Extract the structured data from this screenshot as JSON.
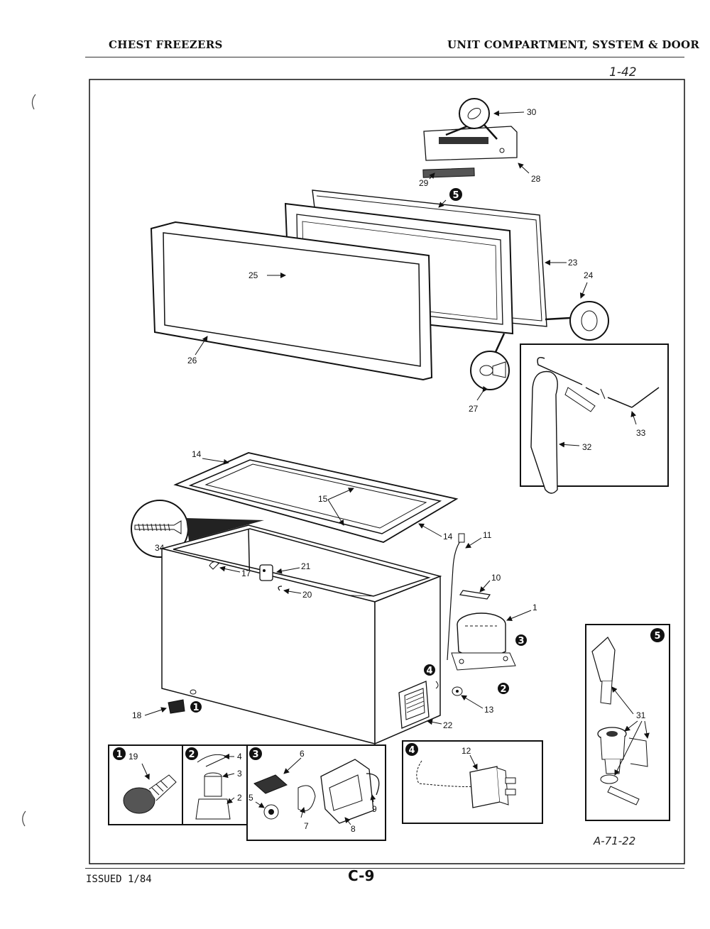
{
  "header": {
    "left_title": "CHEST FREEZERS",
    "right_title": "UNIT COMPARTMENT, SYSTEM & DOOR",
    "handwritten_ref": "1-42"
  },
  "diagram": {
    "ref_code": "A-71-22",
    "callouts": {
      "c1": "1",
      "c10": "10",
      "c11": "11",
      "c12": "12",
      "c13": "13",
      "c14a": "14",
      "c14b": "14",
      "c15": "15",
      "c17": "17",
      "c18": "18",
      "c19": "19",
      "c2": "2",
      "c20": "20",
      "c21": "21",
      "c22": "22",
      "c23": "23",
      "c24": "24",
      "c25": "25",
      "c26": "26",
      "c27": "27",
      "c28": "28",
      "c29": "29",
      "c3": "3",
      "c30": "30",
      "c31": "31",
      "c32": "32",
      "c33": "33",
      "c34": "34",
      "c4": "4",
      "c5": "5",
      "c6": "6",
      "c7": "7",
      "c8": "8",
      "c9": "9"
    },
    "detail_markers": {
      "m1": "1",
      "m2": "2",
      "m3": "3",
      "m4": "4",
      "m5": "5"
    }
  },
  "footer": {
    "issued": "ISSUED 1/84",
    "page_code": "C-9"
  }
}
